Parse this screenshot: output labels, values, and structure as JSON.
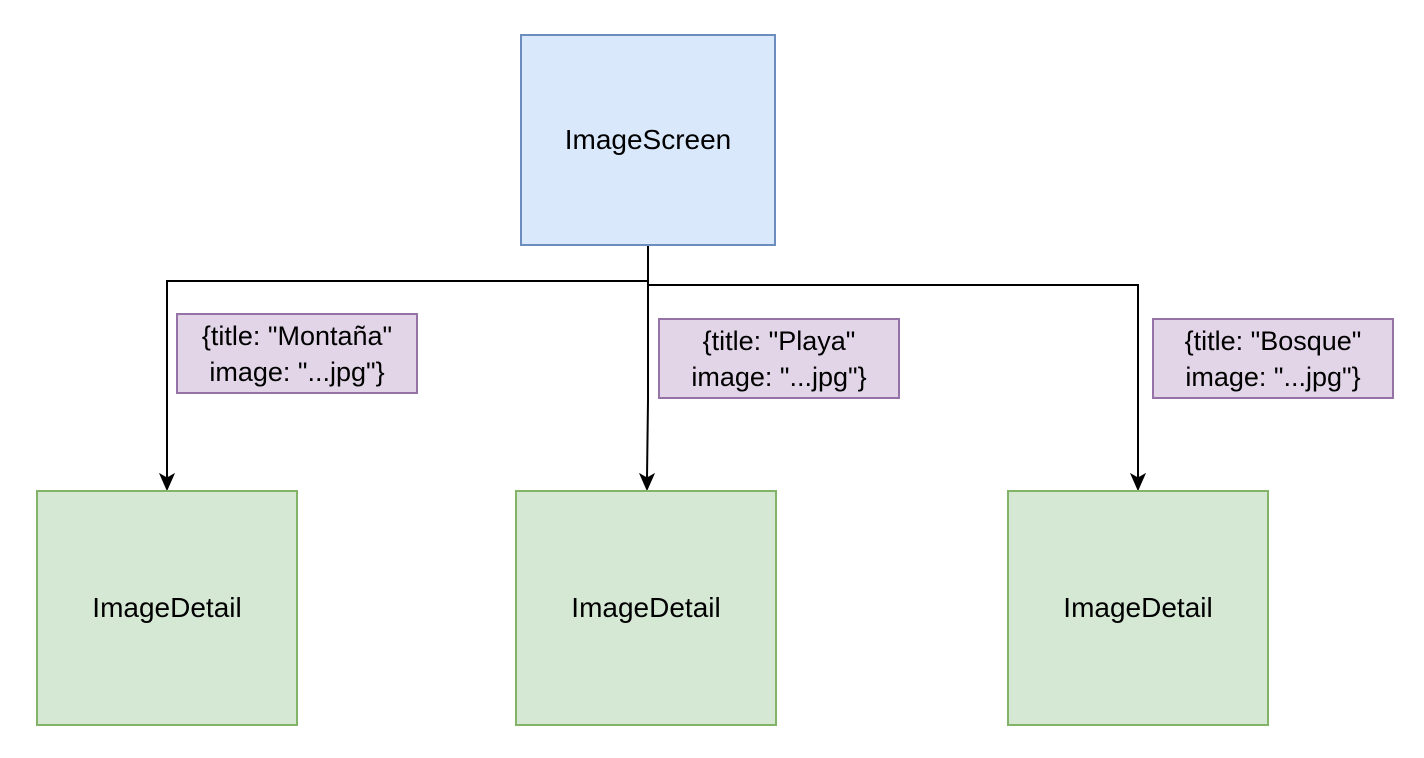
{
  "diagram": {
    "root": {
      "label": "ImageScreen",
      "fill": "#dae8fc",
      "stroke": "#6c8ebf"
    },
    "children": [
      {
        "label": "ImageDetail",
        "props": {
          "line1": "{title: \"Montaña\"",
          "line2": "image: \"...jpg\"}"
        }
      },
      {
        "label": "ImageDetail",
        "props": {
          "line1": "{title: \"Playa\"",
          "line2": "image: \"...jpg\"}"
        }
      },
      {
        "label": "ImageDetail",
        "props": {
          "line1": "{title: \"Bosque\"",
          "line2": "image: \"...jpg\"}"
        }
      }
    ],
    "colors": {
      "child_fill": "#d5e8d4",
      "child_stroke": "#82b366",
      "prop_fill": "#e1d5e7",
      "prop_stroke": "#9673a6",
      "edge": "#000000"
    }
  }
}
